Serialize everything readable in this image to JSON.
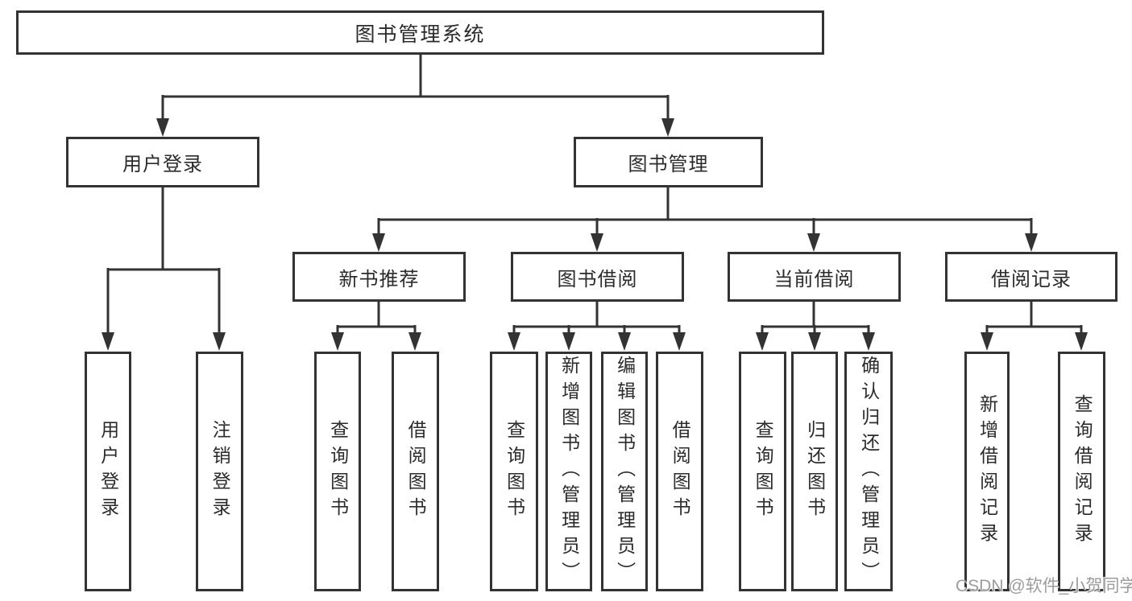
{
  "nodes": {
    "root": {
      "label": "图书管理系统"
    },
    "user_login": {
      "label": "用户登录",
      "children": [
        "用户登录",
        "注销登录"
      ]
    },
    "book_mgmt": {
      "label": "图书管理"
    },
    "new_books": {
      "label": "新书推荐",
      "children": [
        "查询图书",
        "借阅图书"
      ]
    },
    "book_borrow": {
      "label": "图书借阅",
      "children": [
        "查询图书",
        "新增图书（管理员）",
        "编辑图书（管理员）",
        "借阅图书"
      ]
    },
    "current_borrow": {
      "label": "当前借阅",
      "children": [
        "查询图书",
        "归还图书",
        "确认归还（管理员）"
      ]
    },
    "borrow_records": {
      "label": "借阅记录",
      "children": [
        "新增借阅记录",
        "查询借阅记录"
      ]
    }
  },
  "watermark": "CSDN @软件_小贺同学",
  "colors": {
    "line": "#333333",
    "text": "#2b2b2b",
    "watermark": "#9c9c9c",
    "background": "#ffffff"
  }
}
